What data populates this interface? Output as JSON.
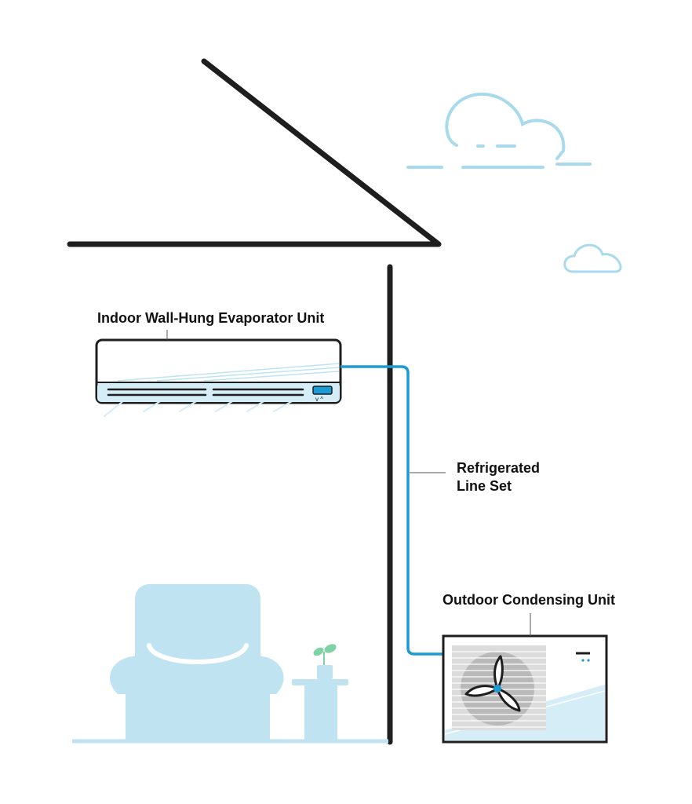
{
  "labels": {
    "indoor_unit": "Indoor Wall-Hung Evaporator Unit",
    "line_set": [
      "Refrigerated",
      "Line Set"
    ],
    "outdoor_unit": "Outdoor Condensing Unit"
  },
  "colors": {
    "outline": "#1e1e1e",
    "accent_blue": "#1b9ad6",
    "light_blue": "#bfe3f0",
    "cloud_blue": "#a9d9ec",
    "fan_gray": "#b9b9b9",
    "leaf_green": "#7fd2a4"
  },
  "icons": [
    "roof-icon",
    "cloud-icon",
    "armchair-icon",
    "plant-icon",
    "fan-icon"
  ]
}
